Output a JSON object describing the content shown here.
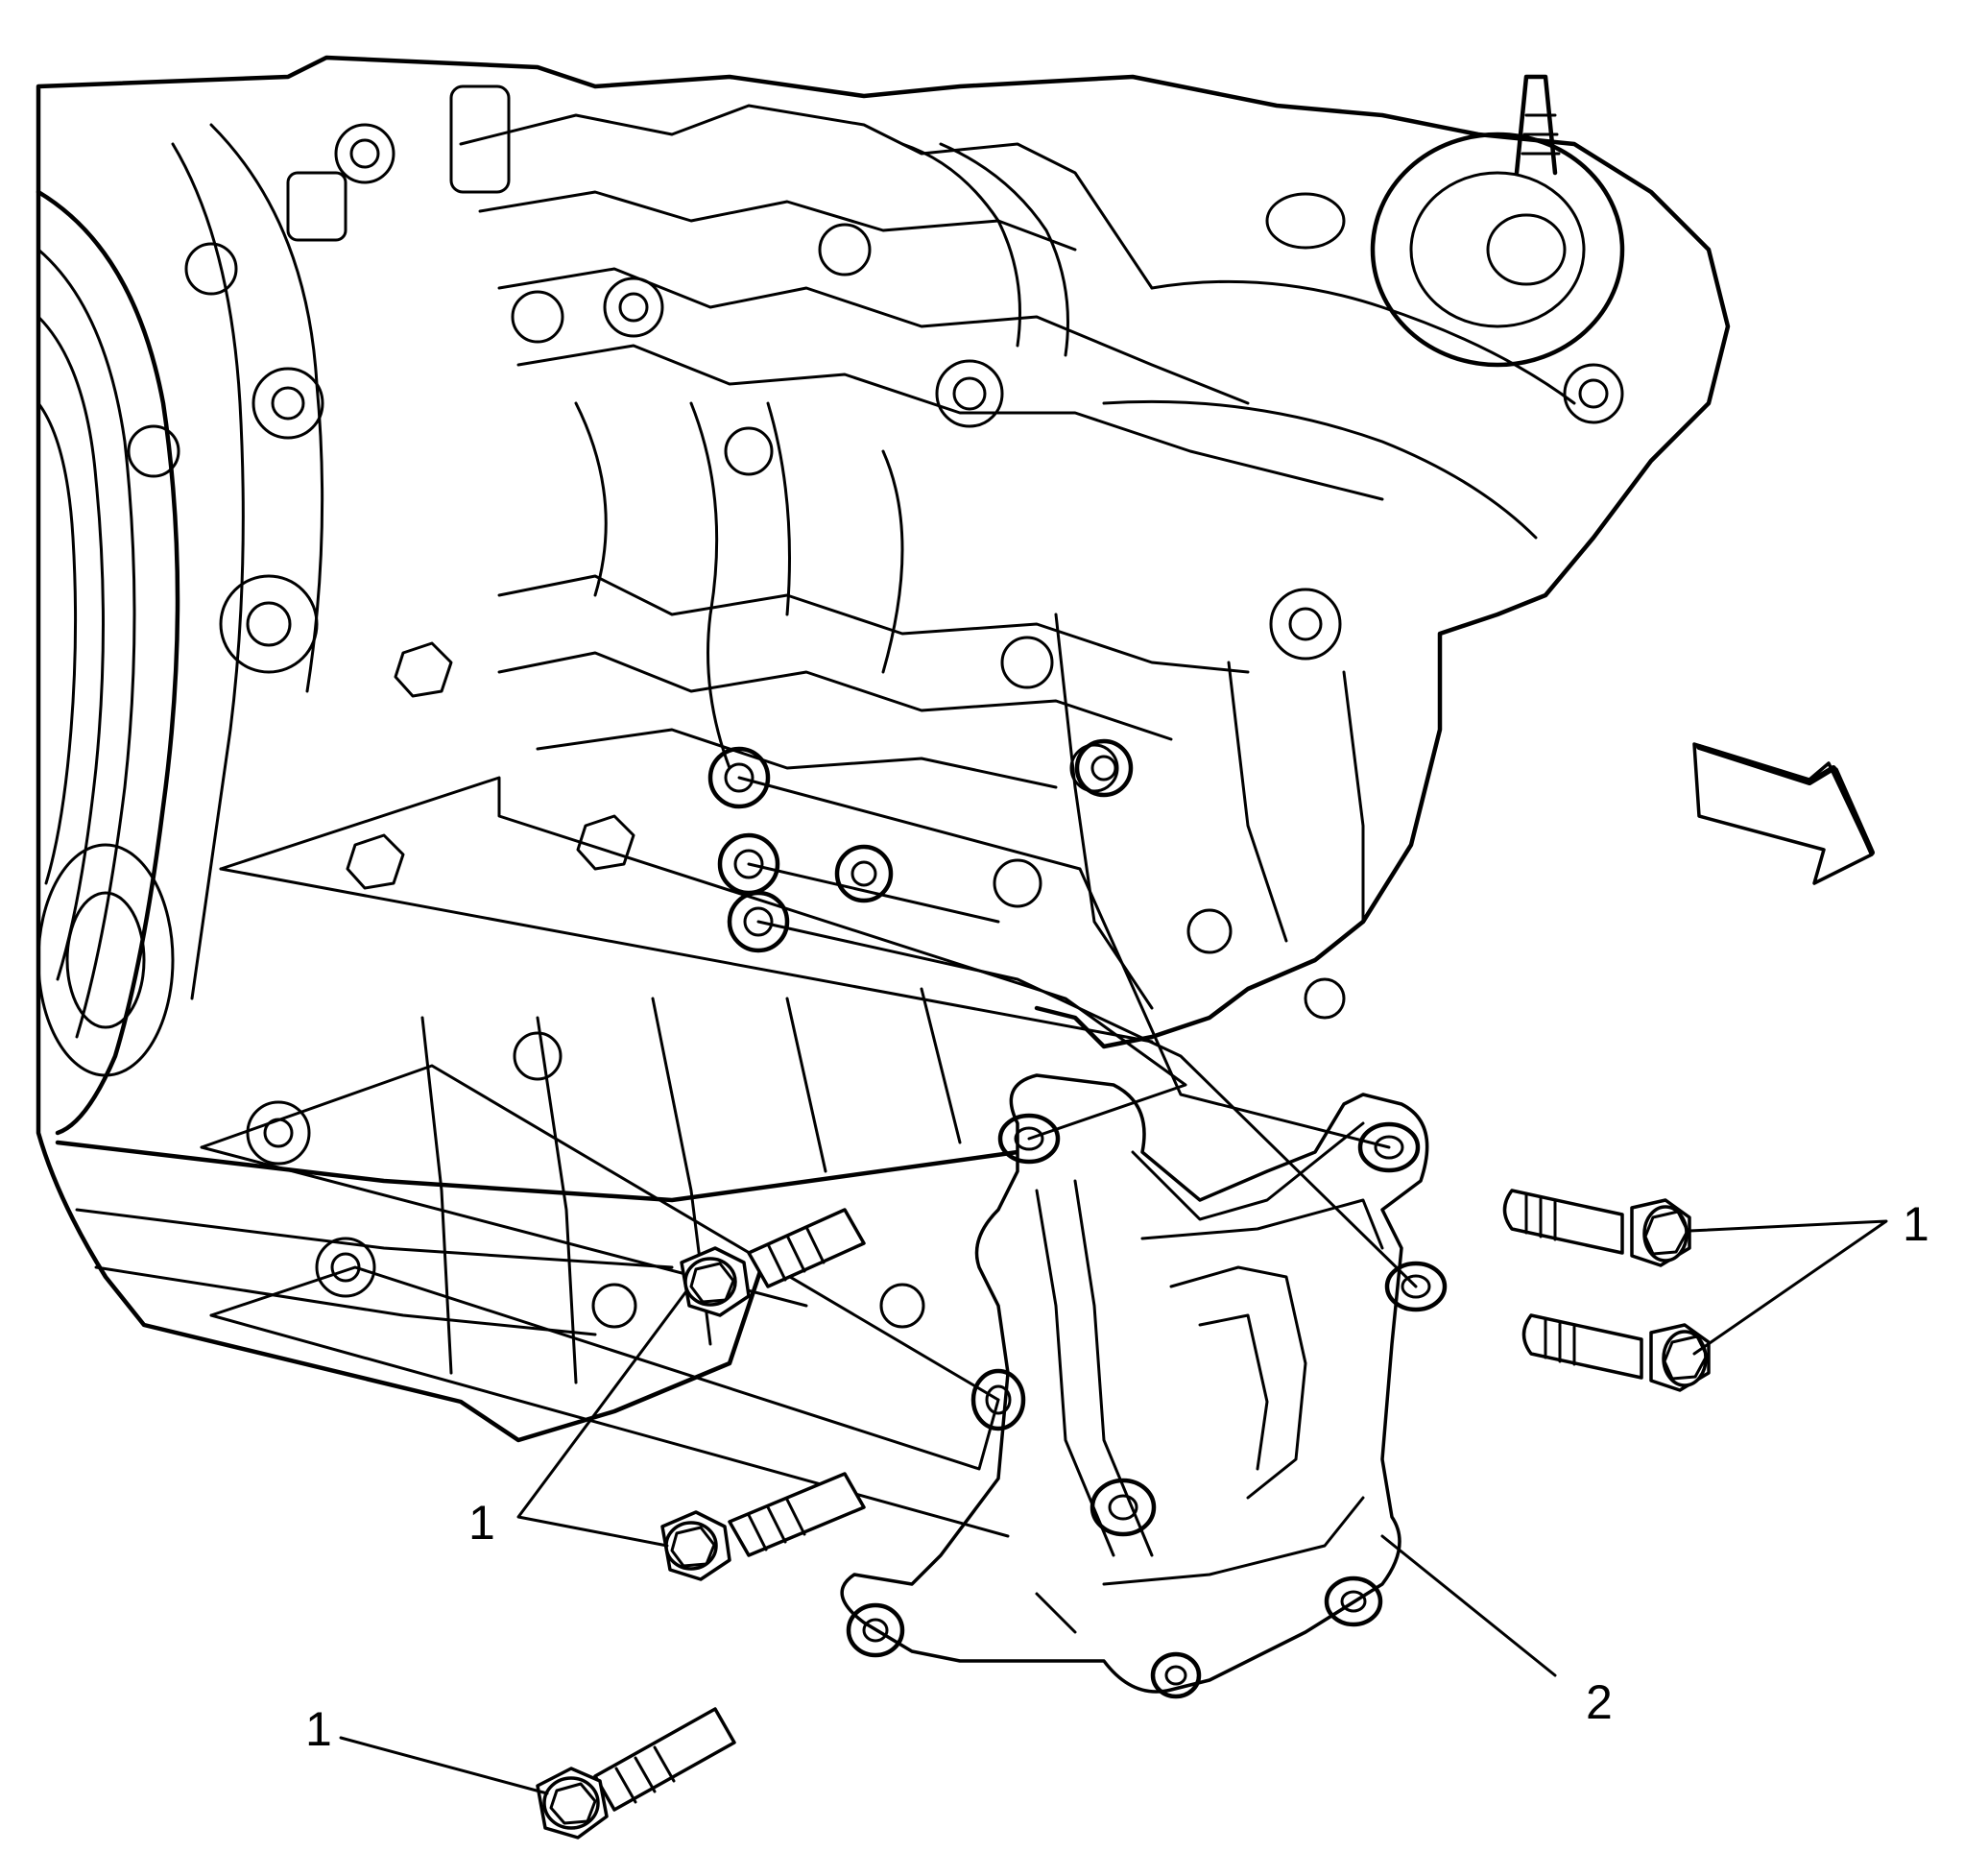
{
  "callouts": [
    {
      "id": "c1",
      "label": "1"
    },
    {
      "id": "c2",
      "label": "1"
    },
    {
      "id": "c3",
      "label": "1"
    },
    {
      "id": "c4",
      "label": "2"
    }
  ],
  "colors": {
    "line": "#000000",
    "background": "#ffffff"
  },
  "icons": {
    "direction-arrow": "front-arrow-icon"
  }
}
